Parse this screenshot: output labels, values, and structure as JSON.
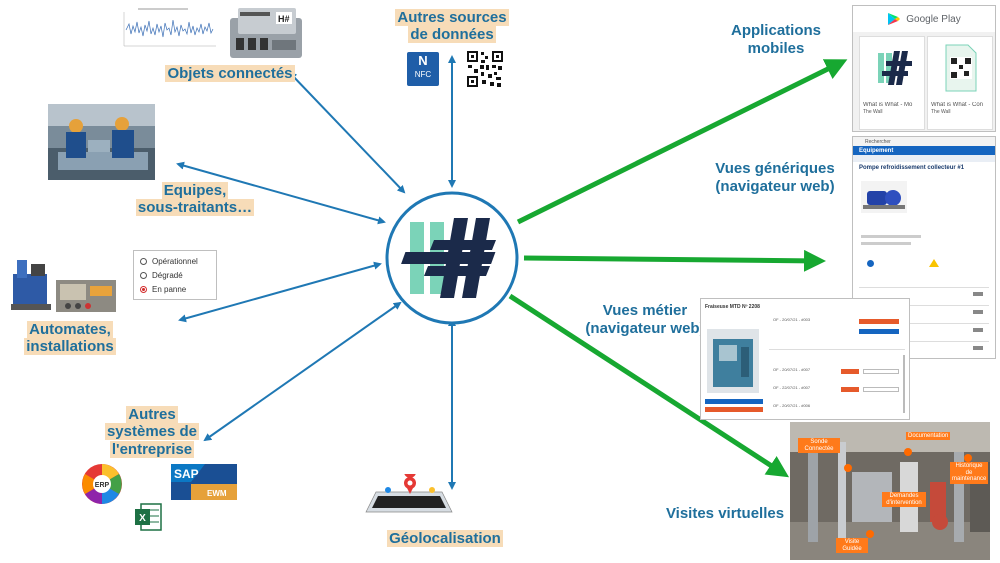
{
  "labels": {
    "objets": "Objets connectés",
    "autres_sources_l1": "Autres sources",
    "autres_sources_l2": "de données",
    "equipes_l1": "Equipes,",
    "equipes_l2": "sous-traitants…",
    "automates_l1": "Automates,",
    "automates_l2": "installations",
    "systemes_l1": "Autres",
    "systemes_l2": "systèmes de",
    "systemes_l3": "l'entreprise",
    "geoloc": "Géolocalisation",
    "apps_l1": "Applications",
    "apps_l2": "mobiles",
    "vues_gen_l1": "Vues génériques",
    "vues_gen_l2": "(navigateur web)",
    "vues_metier_l1": "Vues métier",
    "vues_metier_l2": "(navigateur web)",
    "visites": "Visites virtuelles"
  },
  "status_radio": {
    "options": [
      "Opérationnel",
      "Dégradé",
      "En panne"
    ],
    "selected": "En panne"
  },
  "icons": {
    "nfc": "NFC",
    "erp": "ERP",
    "sap_l1": "SAP",
    "sap_l2": "EWM"
  },
  "google_play": {
    "title": "Google Play",
    "apps": [
      {
        "name": "What is What - Mo",
        "dev": "The Wall"
      },
      {
        "name": "What is What - Con",
        "dev": "The Wall"
      }
    ]
  },
  "generic_view": {
    "header": "Equipement",
    "search": "Rechercher",
    "title": "Pompe refroidissement collecteur #1"
  },
  "metier_view": {
    "title": "Fraiseuse MTD Nº 2208",
    "of1": "OF - 20/07/21 - #003",
    "of2": "OF - 20/07/21 - #007",
    "of3": "OF - 22/07/21 - #007",
    "of4": "OF - 20/07/21 - #006"
  },
  "virtual_visit": {
    "tags": [
      "Sonde Connectée",
      "Documentation",
      "Historique de maintenance",
      "Demandes d'intervention",
      "Visite Guidée"
    ]
  },
  "colors": {
    "blue_arrow": "#1f78b4",
    "green_arrow": "#17a831",
    "label": "#1f6f9c",
    "label_bg": "#f7dcb8",
    "logo_teal": "#7bd3b8",
    "logo_navy": "#1b2a4a"
  }
}
